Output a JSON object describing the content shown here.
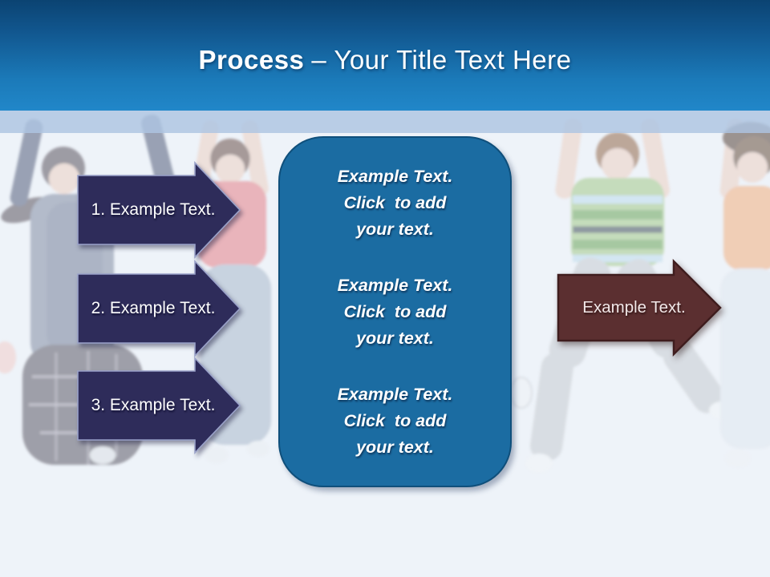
{
  "title": {
    "bold": "Process",
    "rest": "– Your Title Text Here"
  },
  "steps": [
    {
      "label": "1. Example Text."
    },
    {
      "label": "2. Example Text."
    },
    {
      "label": "3. Example Text."
    }
  ],
  "panel": {
    "paragraphs": [
      {
        "text": "Example Text.\nClick  to add\nyour text."
      },
      {
        "text": "Example Text.\nClick  to add\nyour text."
      },
      {
        "text": "Example Text.\nClick  to add\nyour text."
      }
    ]
  },
  "result_arrow": {
    "label": "Example Text."
  },
  "colors": {
    "header-top": "#0b4372",
    "header-mid": "#1b7ab9",
    "header-bottom": "#2187c9",
    "accent-band": "#adc4e2",
    "slide-bg": "#eef3f9",
    "step-fill": "#2e2c5a",
    "step-stroke": "#9aa2c9",
    "panel-fill": "#1b6ca2",
    "panel-stroke": "#0f4f7b",
    "result-fill": "#5b2f30",
    "result-stroke": "#3f1d1e",
    "text": "#ffffff"
  }
}
